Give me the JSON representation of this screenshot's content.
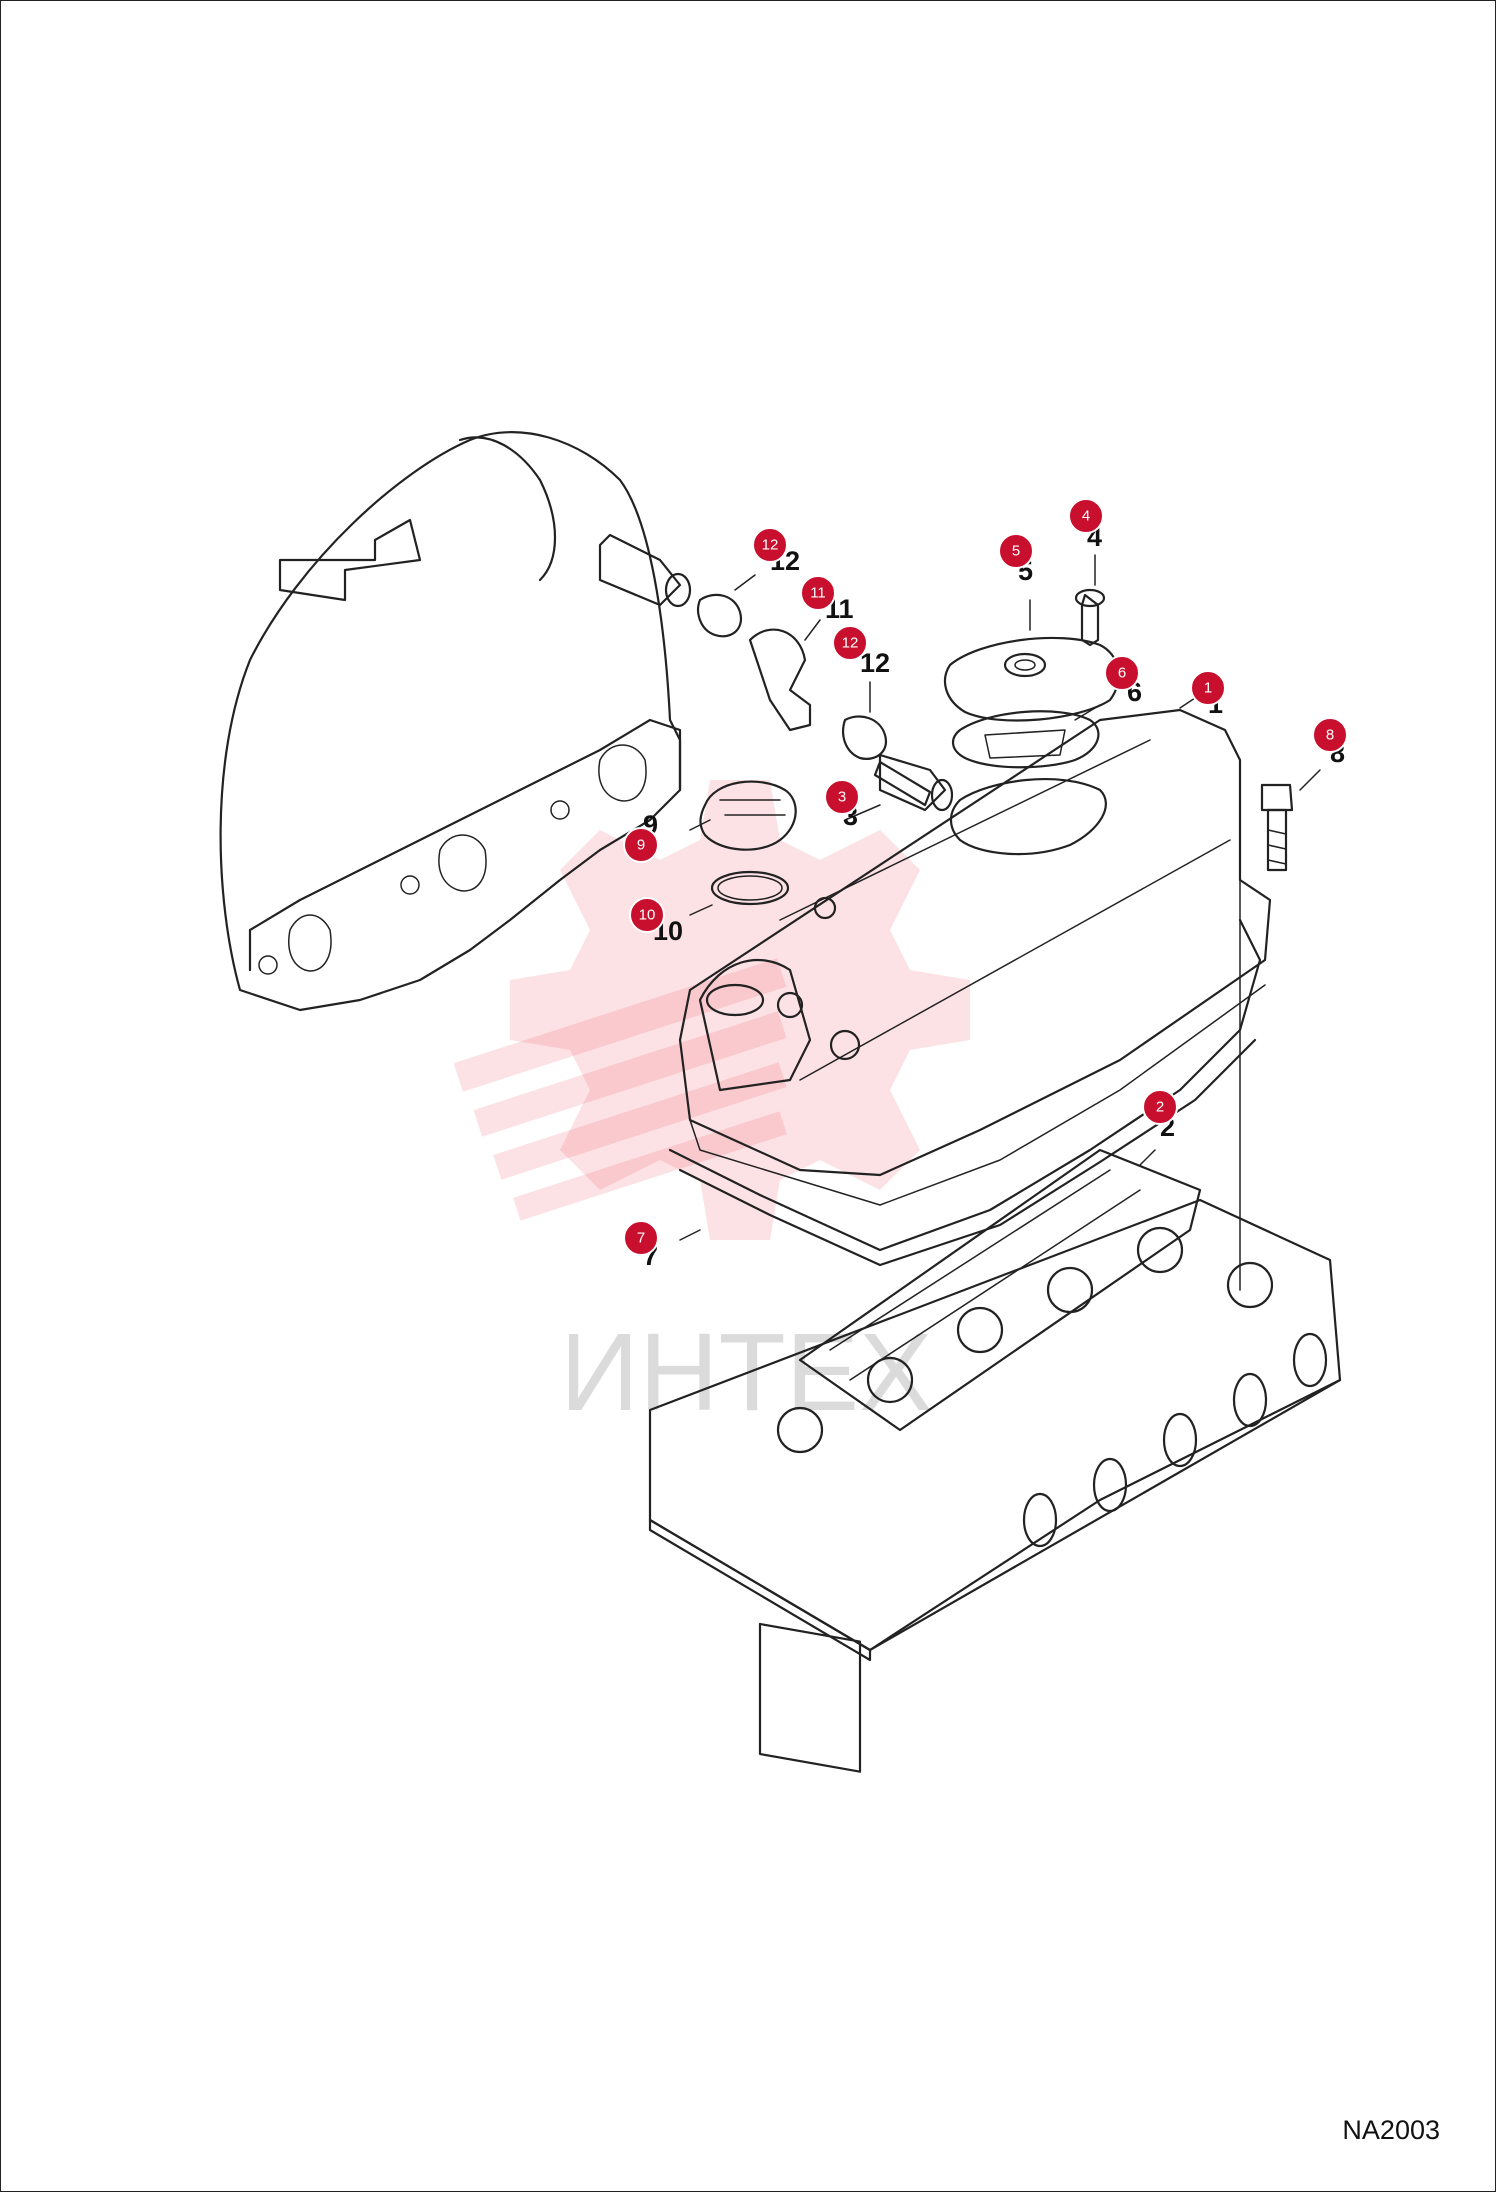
{
  "drawing": {
    "code": "NA2003",
    "watermark_text": "ИНТЕХ",
    "accent_color": "#c8102e"
  },
  "callouts": [
    {
      "id": "callout-1",
      "number": "1",
      "label": "1"
    },
    {
      "id": "callout-2",
      "number": "2",
      "label": "2"
    },
    {
      "id": "callout-3",
      "number": "3",
      "label": "3"
    },
    {
      "id": "callout-4",
      "number": "4",
      "label": "4"
    },
    {
      "id": "callout-5",
      "number": "5",
      "label": "5"
    },
    {
      "id": "callout-6",
      "number": "6",
      "label": "6"
    },
    {
      "id": "callout-7",
      "number": "7",
      "label": "7"
    },
    {
      "id": "callout-8",
      "number": "8",
      "label": "8"
    },
    {
      "id": "callout-9",
      "number": "9",
      "label": "9"
    },
    {
      "id": "callout-10",
      "number": "10",
      "label": "10"
    },
    {
      "id": "callout-11",
      "number": "11",
      "label": "11"
    },
    {
      "id": "callout-12a",
      "number": "12",
      "label": "12"
    },
    {
      "id": "callout-12b",
      "number": "12",
      "label": "12"
    }
  ]
}
